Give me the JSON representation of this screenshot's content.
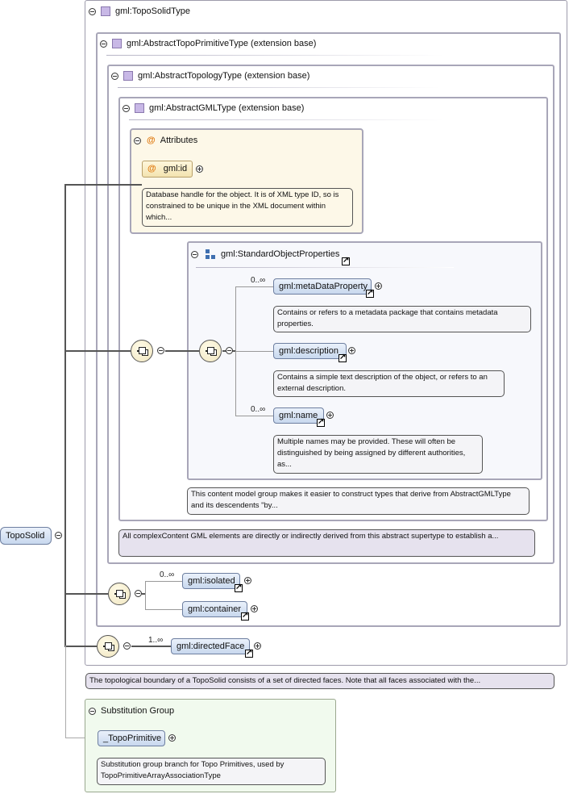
{
  "root": {
    "name": "TopoSolid"
  },
  "frames": {
    "topo_solid_type": "gml:TopoSolidType",
    "abstract_topo_primitive": "gml:AbstractTopoPrimitiveType (extension base)",
    "abstract_topology": "gml:AbstractTopologyType (extension base)",
    "abstract_gml": "gml:AbstractGMLType (extension base)"
  },
  "attributes": {
    "title": "Attributes",
    "id_label": "gml:id",
    "id_doc": "Database handle for the object. It is of XML type ID, so is constrained to be unique in the XML document within which..."
  },
  "standard_props": {
    "title": "gml:StandardObjectProperties",
    "elements": [
      {
        "label": "gml:metaDataProperty",
        "occurs": "0..∞",
        "doc": "Contains or refers to a metadata package that contains metadata properties."
      },
      {
        "label": "gml:description",
        "occurs": "",
        "doc": "Contains a simple text description of the object, or refers to an external description."
      },
      {
        "label": "gml:name",
        "occurs": "0..∞",
        "doc": "Multiple names may be provided. These will often be distinguished by being assigned by different authorities, as..."
      }
    ],
    "group_doc": "This content model group makes it easier to construct types that derive from AbstractGMLType and its descendents \"by..."
  },
  "abstract_gml_doc": "All complexContent GML elements are directly or indirectly derived from this abstract supertype to establish a...",
  "topo_primitive_elements": [
    {
      "label": "gml:isolated",
      "occurs": "0..∞"
    },
    {
      "label": "gml:container",
      "occurs": ""
    }
  ],
  "directed_face": {
    "label": "gml:directedFace",
    "occurs": "1..∞"
  },
  "topo_solid_doc": "The topological boundary of a TopoSolid consists of a set of directed faces. Note that all faces associated with the...",
  "substitution": {
    "title": "Substitution Group",
    "element": "_TopoPrimitive",
    "doc": "Substitution group branch for Topo Primitives, used by TopoPrimitiveArrayAssociationType"
  }
}
